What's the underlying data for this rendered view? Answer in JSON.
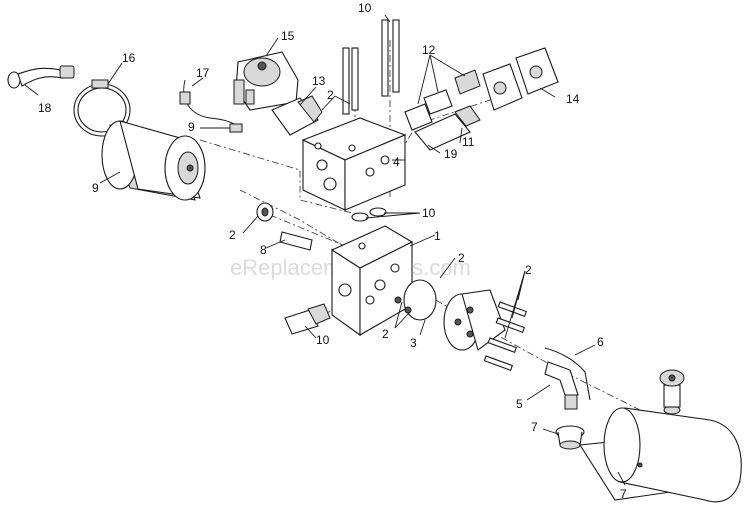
{
  "watermark": "eReplacementParts.com",
  "callouts": {
    "c1": "1",
    "c2a": "2",
    "c2b": "2",
    "c2c": "2",
    "c2d": "2",
    "c2e": "2",
    "c3": "3",
    "c4": "4",
    "c5": "5",
    "c6": "6",
    "c7a": "7",
    "c7b": "7",
    "c8": "8",
    "c9a": "9",
    "c9b": "9",
    "c10a": "10",
    "c10b": "10",
    "c10c": "10",
    "c11": "11",
    "c12": "12",
    "c13": "13",
    "c14": "14",
    "c15": "15",
    "c16": "16",
    "c17": "17",
    "c18": "18",
    "c19": "19"
  }
}
